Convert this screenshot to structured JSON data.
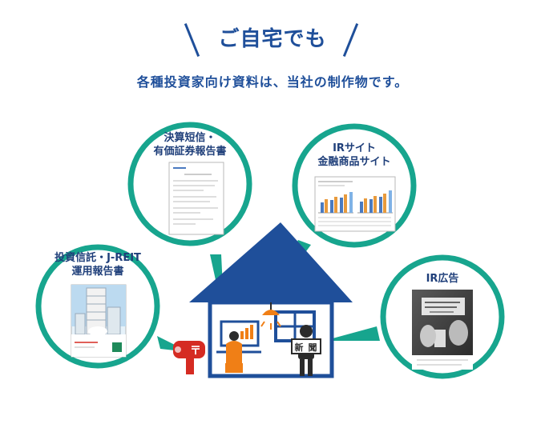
{
  "header": {
    "title": "ご自宅でも",
    "subtitle": "各種投資家向け資料は、当社の制作物です。"
  },
  "bubbles": {
    "financial_reports": {
      "line1": "決算短信・",
      "line2": "有価証券報告書"
    },
    "ir_site": {
      "line1": "IRサイト",
      "line2": "金融商品サイト"
    },
    "fund_reports": {
      "line1": "投資信託・J-REIT",
      "line2": "運用報告書"
    },
    "ir_ad": {
      "line1": "IR広告"
    }
  },
  "scene": {
    "newspaper_char1": "新",
    "newspaper_char2": "聞",
    "mailbox_mark": "〒"
  },
  "colors": {
    "title_blue": "#1f4f9a",
    "house_blue": "#1f4f9a",
    "circle_teal": "#17a58e",
    "person_orange": "#f07f16",
    "person_dark": "#2b2b2b",
    "mailbox_red": "#d52b22"
  }
}
